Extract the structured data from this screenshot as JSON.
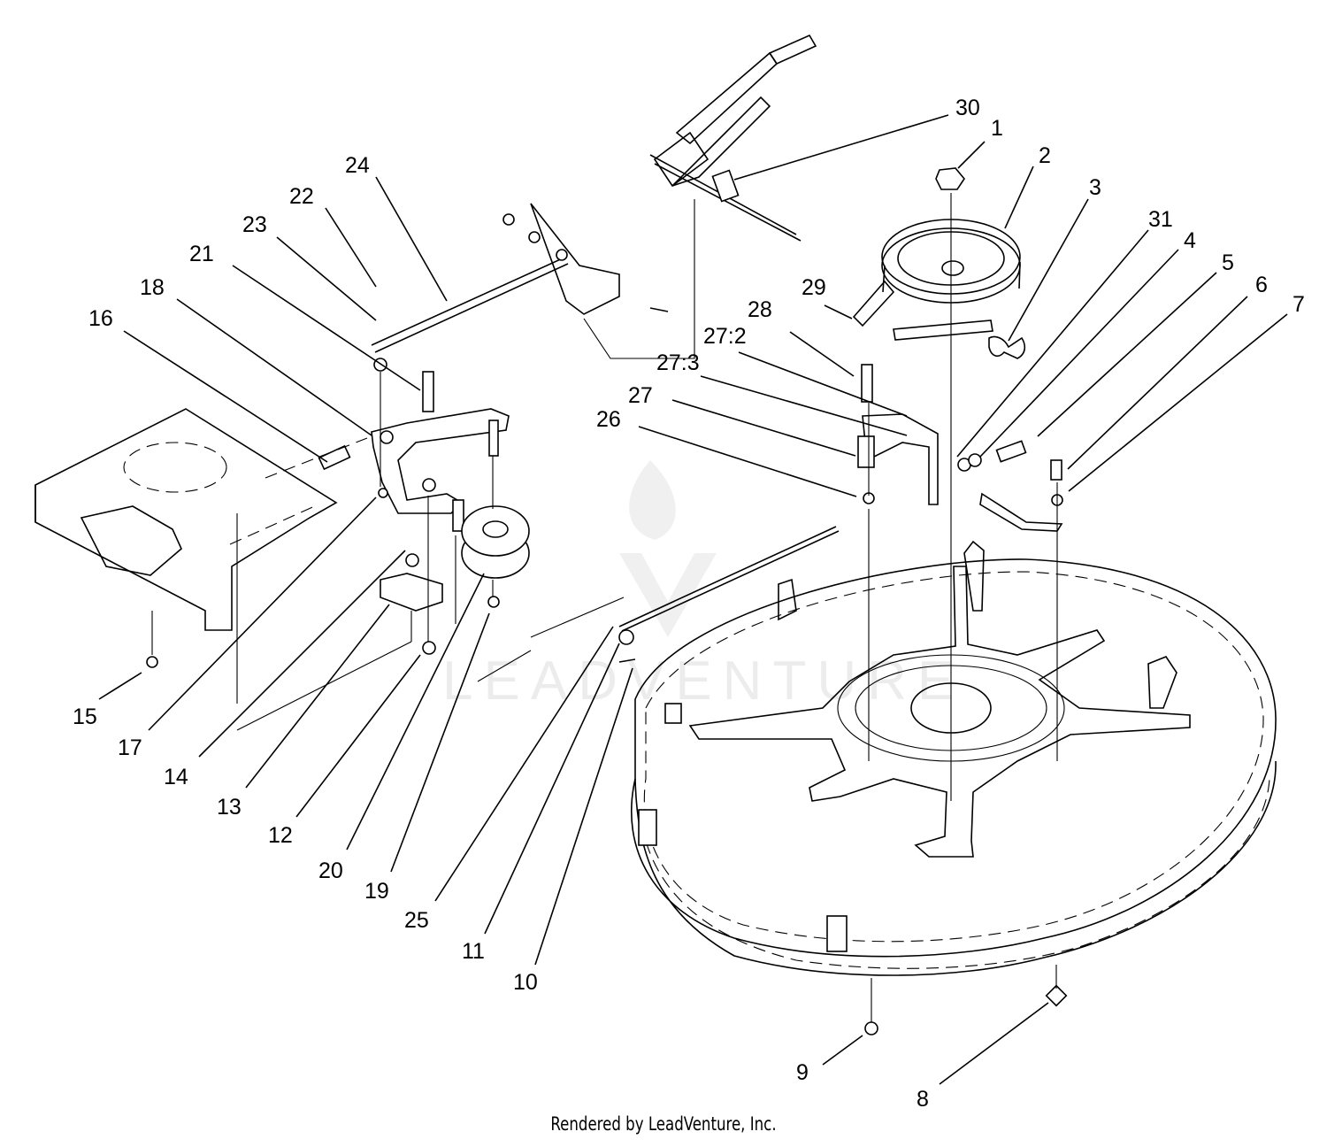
{
  "diagram": {
    "watermark": "LEADVENTURE",
    "credit": "Rendered by LeadVenture, Inc.",
    "callouts": [
      {
        "id": "30",
        "label": "30"
      },
      {
        "id": "1",
        "label": "1"
      },
      {
        "id": "2",
        "label": "2"
      },
      {
        "id": "3",
        "label": "3"
      },
      {
        "id": "31",
        "label": "31"
      },
      {
        "id": "4",
        "label": "4"
      },
      {
        "id": "5",
        "label": "5"
      },
      {
        "id": "6",
        "label": "6"
      },
      {
        "id": "7",
        "label": "7"
      },
      {
        "id": "29",
        "label": "29"
      },
      {
        "id": "28",
        "label": "28"
      },
      {
        "id": "27-2",
        "label": "27:2"
      },
      {
        "id": "27-3",
        "label": "27:3"
      },
      {
        "id": "27",
        "label": "27"
      },
      {
        "id": "26",
        "label": "26"
      },
      {
        "id": "24",
        "label": "24"
      },
      {
        "id": "22",
        "label": "22"
      },
      {
        "id": "23",
        "label": "23"
      },
      {
        "id": "21",
        "label": "21"
      },
      {
        "id": "18",
        "label": "18"
      },
      {
        "id": "16",
        "label": "16"
      },
      {
        "id": "15",
        "label": "15"
      },
      {
        "id": "17",
        "label": "17"
      },
      {
        "id": "14",
        "label": "14"
      },
      {
        "id": "13",
        "label": "13"
      },
      {
        "id": "12",
        "label": "12"
      },
      {
        "id": "20",
        "label": "20"
      },
      {
        "id": "19",
        "label": "19"
      },
      {
        "id": "25",
        "label": "25"
      },
      {
        "id": "11",
        "label": "11"
      },
      {
        "id": "10",
        "label": "10"
      },
      {
        "id": "9",
        "label": "9"
      },
      {
        "id": "8",
        "label": "8"
      }
    ]
  }
}
